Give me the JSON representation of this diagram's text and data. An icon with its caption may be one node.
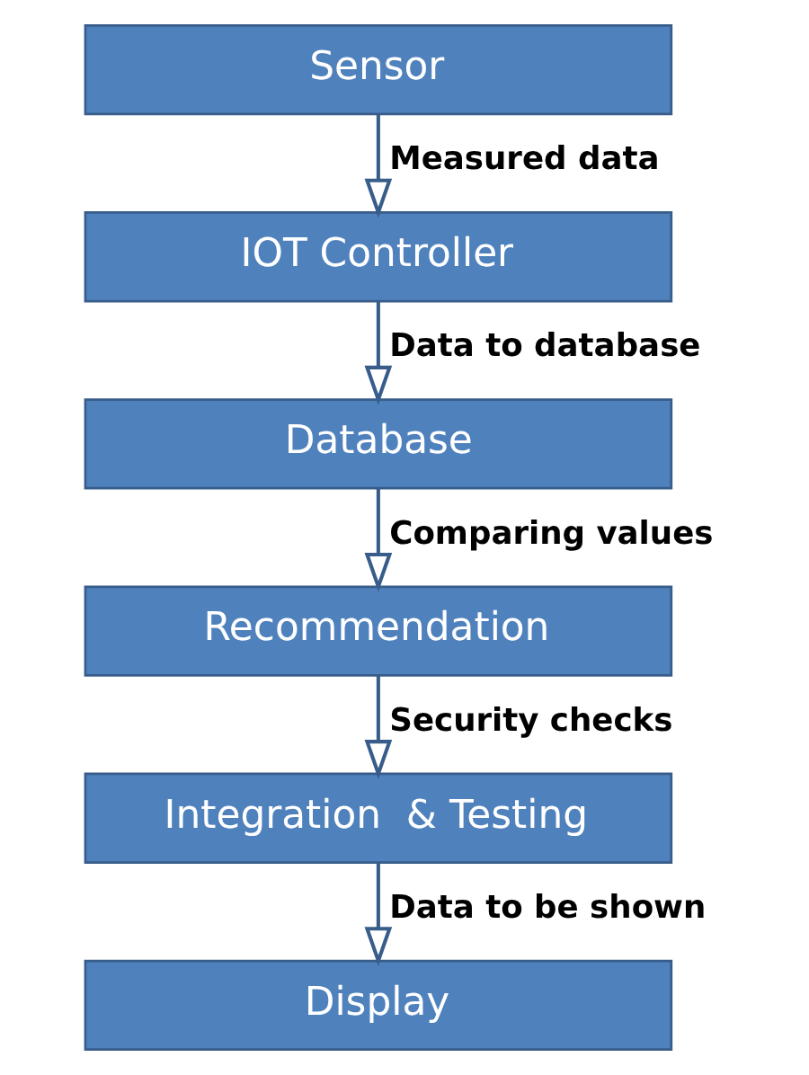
{
  "diagram": {
    "nodes": [
      {
        "text": [
          "Sensor"
        ]
      },
      {
        "text": [
          "IOT Controller"
        ]
      },
      {
        "text": [
          "Database"
        ]
      },
      {
        "text": [
          "Recommendation"
        ]
      },
      {
        "text": [
          "Integration  & Testing"
        ]
      },
      {
        "text": [
          "Display"
        ]
      }
    ],
    "edges": [
      {
        "from": 0,
        "to": 1,
        "arrow": "to",
        "label": "Measured data"
      },
      {
        "from": 1,
        "to": 2,
        "arrow": "to",
        "label": "Data to database"
      },
      {
        "from": 2,
        "to": 3,
        "arrow": "to",
        "label": "Comparing values"
      },
      {
        "from": 3,
        "to": 4,
        "arrow": "to",
        "label": "Security checks"
      },
      {
        "from": 4,
        "to": 5,
        "arrow": "to",
        "label": "Data to be shown"
      }
    ]
  }
}
